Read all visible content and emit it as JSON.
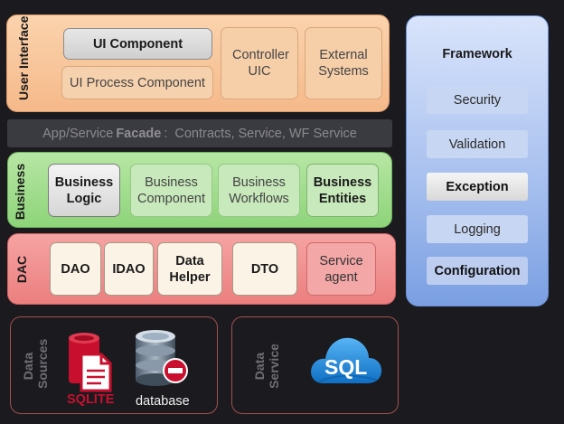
{
  "ui_layer": {
    "label": "User Interface",
    "ui_component": "UI Component",
    "ui_process_component": "UI Process Component",
    "controller": "Controller UIC",
    "external_systems": "External Systems"
  },
  "facade": {
    "prefix": "App/Service",
    "keyword": "Facade",
    "suffix": ":  Contracts, Service, WF Service"
  },
  "business_layer": {
    "label": "Business",
    "business_logic": "Business Logic",
    "business_component": "Business Component",
    "business_workflows": "Business Workflows",
    "business_entities": "Business Entities"
  },
  "dac_layer": {
    "label": "DAC",
    "dao": "DAO",
    "idao": "IDAO",
    "data_helper": "Data Helper",
    "dto": "DTO",
    "service_agent": "Service agent"
  },
  "framework": {
    "title": "Framework",
    "items": [
      "Security",
      "Validation",
      "Exception",
      "Logging",
      "Configuration"
    ]
  },
  "data_sources": {
    "label": "Data Sources",
    "sqlite_caption": "SQLITE",
    "database_caption": "database"
  },
  "data_service": {
    "label": "Data Service",
    "sql_text": "SQL"
  },
  "colors": {
    "background": "#1b1b1f",
    "ui_layer": "#f5b98a",
    "business_layer": "#8ed47a",
    "dac_layer": "#ec7f7f",
    "framework": "#a9c1ef",
    "sqlite_red": "#c8102e",
    "sql_blue": "#1e88d8"
  }
}
